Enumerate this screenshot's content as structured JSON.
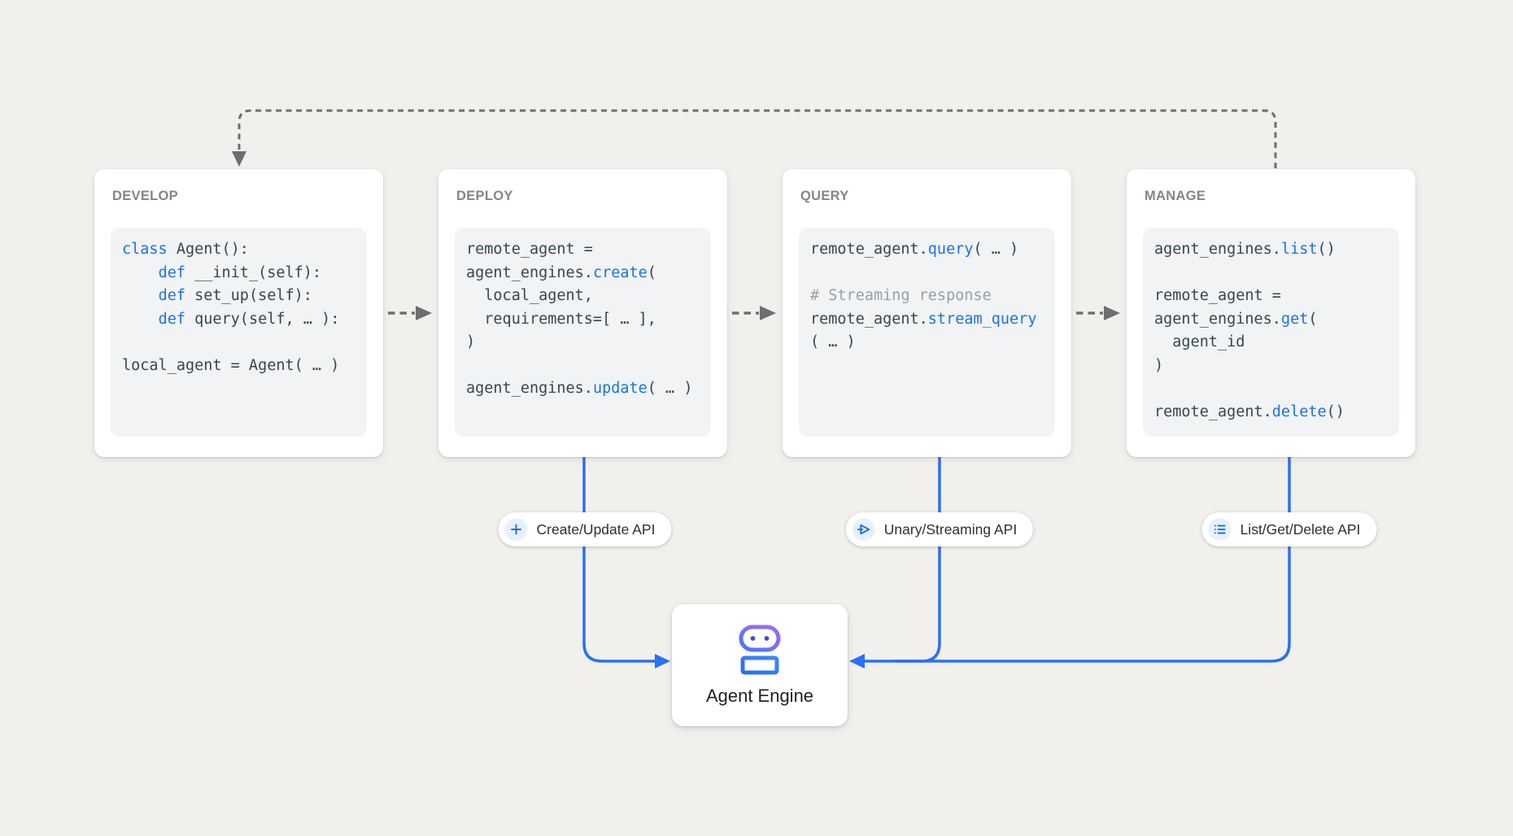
{
  "palette": {
    "background": "#f2f0ed",
    "card_background": "#ffffff",
    "code_background": "#f1f3f4",
    "card_title": "#81868a",
    "code_plain": "#37474f",
    "code_keyword_blue": "#1a73e8",
    "code_comment": "#9aa0a6",
    "gray_connector": "#6b6f73",
    "blue_connector": "#2b70f5",
    "pill_icon_background": "#e8f0fe",
    "robot_gradient_top": "#a36bf7",
    "robot_gradient_bottom": "#2a6ff3"
  },
  "cards": [
    {
      "id": "develop",
      "title": "DEVELOP",
      "code": [
        [
          [
            "k",
            "class"
          ],
          [
            "p",
            " Agent():"
          ]
        ],
        [
          [
            "p",
            "    "
          ],
          [
            "k",
            "def"
          ],
          [
            "p",
            " __init_(self):"
          ]
        ],
        [
          [
            "p",
            "    "
          ],
          [
            "k",
            "def"
          ],
          [
            "p",
            " set_up(self):"
          ]
        ],
        [
          [
            "p",
            "    "
          ],
          [
            "k",
            "def"
          ],
          [
            "p",
            " query(self, … ):"
          ]
        ],
        [],
        [
          [
            "p",
            "local_agent = Agent( … )"
          ]
        ]
      ]
    },
    {
      "id": "deploy",
      "title": "DEPLOY",
      "code": [
        [
          [
            "p",
            "remote_agent ="
          ]
        ],
        [
          [
            "p",
            "agent_engines."
          ],
          [
            "k",
            "create"
          ],
          [
            "p",
            "("
          ]
        ],
        [
          [
            "p",
            "  local_agent,"
          ]
        ],
        [
          [
            "p",
            "  requirements=[ … ],"
          ]
        ],
        [
          [
            "p",
            ")"
          ]
        ],
        [],
        [
          [
            "p",
            "agent_engines."
          ],
          [
            "k",
            "update"
          ],
          [
            "p",
            "( … )"
          ]
        ]
      ]
    },
    {
      "id": "query",
      "title": "QUERY",
      "code": [
        [
          [
            "p",
            "remote_agent."
          ],
          [
            "k",
            "query"
          ],
          [
            "p",
            "( … )"
          ]
        ],
        [],
        [
          [
            "c",
            "# Streaming response"
          ]
        ],
        [
          [
            "p",
            "remote_agent."
          ],
          [
            "k",
            "stream_query"
          ]
        ],
        [
          [
            "p",
            "( … )"
          ]
        ]
      ]
    },
    {
      "id": "manage",
      "title": "MANAGE",
      "code": [
        [
          [
            "p",
            "agent_engines."
          ],
          [
            "k",
            "list"
          ],
          [
            "p",
            "()"
          ]
        ],
        [],
        [
          [
            "p",
            "remote_agent ="
          ]
        ],
        [
          [
            "p",
            "agent_engines."
          ],
          [
            "k",
            "get"
          ],
          [
            "p",
            "("
          ]
        ],
        [
          [
            "p",
            "  agent_id"
          ]
        ],
        [
          [
            "p",
            ")"
          ]
        ],
        [],
        [
          [
            "p",
            "remote_agent."
          ],
          [
            "k",
            "delete"
          ],
          [
            "p",
            "()"
          ]
        ]
      ]
    }
  ],
  "pills": [
    {
      "id": "create-update-api",
      "icon": "plus-icon",
      "label": "Create/Update API"
    },
    {
      "id": "unary-streaming-api",
      "icon": "send-icon",
      "label": "Unary/Streaming API"
    },
    {
      "id": "list-get-delete-api",
      "icon": "list-icon",
      "label": "List/Get/Delete API"
    }
  ],
  "engine": {
    "icon": "robot-icon",
    "label": "Agent Engine"
  }
}
